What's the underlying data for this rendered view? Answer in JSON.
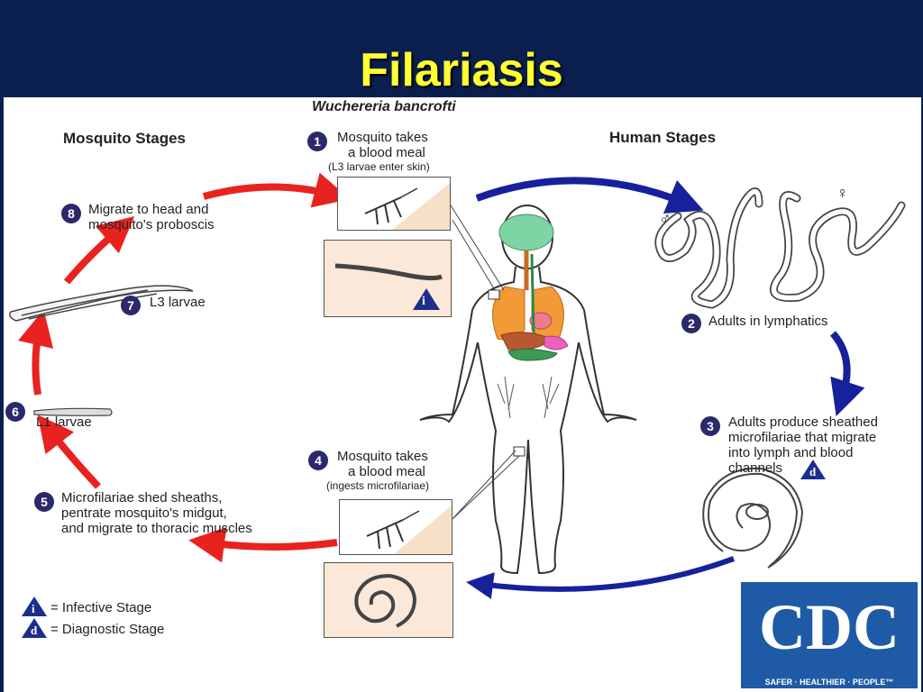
{
  "title": "Filariasis",
  "subtitle": "Wuchereria bancrofti",
  "mosquito_header": "Mosquito Stages",
  "human_header": "Human Stages",
  "steps": [
    {
      "num": "1",
      "line1": "Mosquito takes",
      "line2": "a blood meal",
      "note": "(L3 larvae enter skin)"
    },
    {
      "num": "2",
      "text": "Adults in lymphatics"
    },
    {
      "num": "3",
      "line1": "Adults produce sheathed",
      "line2": "microfilariae that migrate",
      "line3": "into lymph and blood",
      "line4": "channels"
    },
    {
      "num": "4",
      "line1": "Mosquito takes",
      "line2": "a blood meal",
      "note": "(ingests microfilariae)"
    },
    {
      "num": "5",
      "line1": "Microfilariae shed sheaths,",
      "line2": "pentrate mosquito's midgut,",
      "line3": "and migrate to thoracic muscles"
    },
    {
      "num": "6",
      "text": "L1 larvae"
    },
    {
      "num": "7",
      "text": "L3 larvae"
    },
    {
      "num": "8",
      "line1": "Migrate to head and",
      "line2": "mosquito's proboscis"
    }
  ],
  "legend": [
    {
      "symbol": "i",
      "text": "= Infective Stage"
    },
    {
      "symbol": "d",
      "text": "= Diagnostic Stage"
    }
  ],
  "stage_markers": {
    "infective": "i",
    "diagnostic": "d"
  },
  "sex_symbols": {
    "male": "♂",
    "female": "♀"
  },
  "logo": {
    "word": "CDC",
    "tagline": "SAFER · HEALTHIER · PEOPLE™"
  },
  "colors": {
    "background": "#0a1f4e",
    "title": "#ffff33",
    "mosquito_arrow": "#e8231f",
    "human_arrow": "#16219b",
    "cdc_blue": "#1f5aa6",
    "step_badge": "#2a2a6a"
  }
}
